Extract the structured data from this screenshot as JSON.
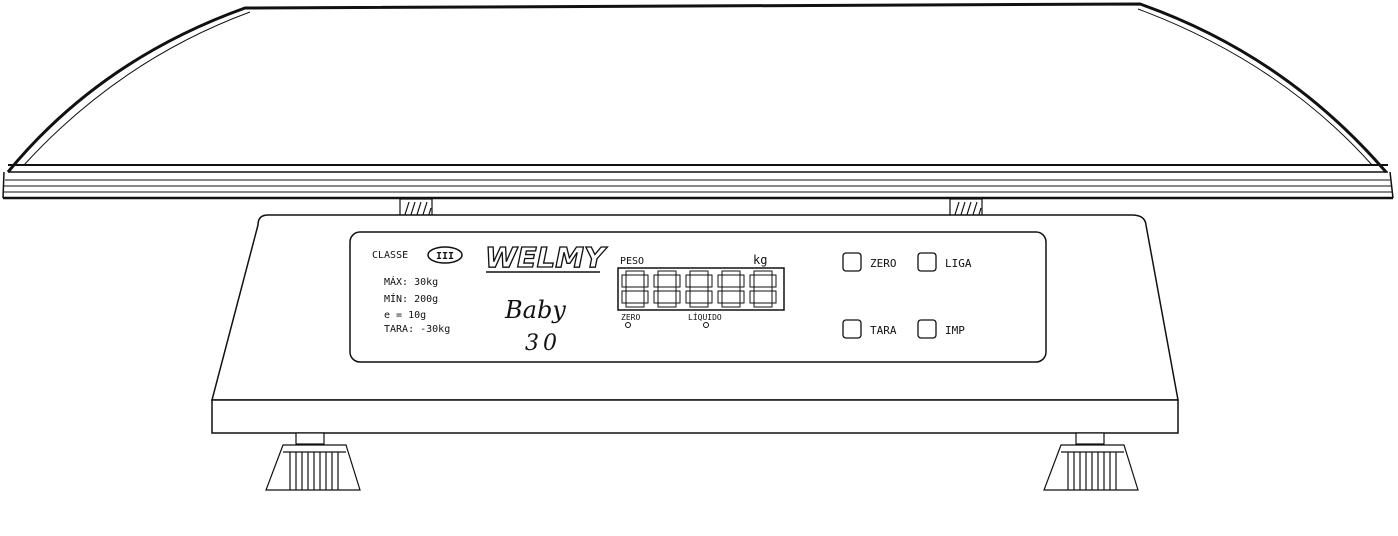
{
  "panel": {
    "class_label": "CLASSE",
    "class_symbol": "III",
    "specs": [
      "MÁX: 30kg",
      "MÍN: 200g",
      "e = 10g",
      "TARA: -30kg"
    ],
    "brand": "WELMY",
    "model_line1": "Baby",
    "model_line2": "30",
    "display": {
      "peso_label": "PESO",
      "unit_label": "kg",
      "digits_shown": "88888",
      "zero_indicator": "ZERO",
      "liquido_indicator": "LÍQUIDO"
    },
    "buttons": [
      {
        "id": "zero",
        "label": "ZERO"
      },
      {
        "id": "liga",
        "label": "LIGA"
      },
      {
        "id": "tara",
        "label": "TARA"
      },
      {
        "id": "imp",
        "label": "IMP"
      }
    ]
  },
  "colors": {
    "line": "#111111",
    "paper": "#ffffff"
  }
}
